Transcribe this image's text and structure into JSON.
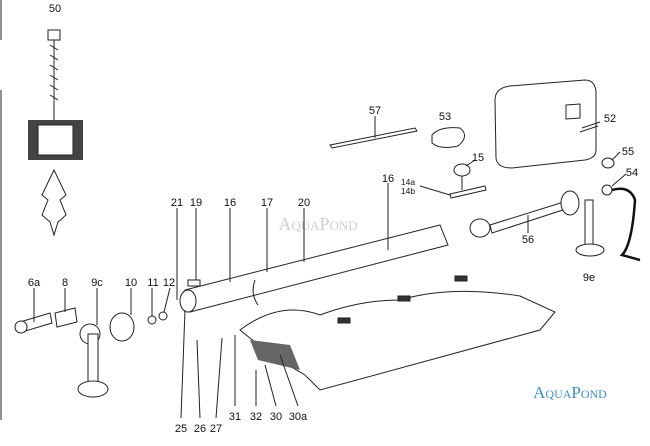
{
  "title": "Exploded parts diagram",
  "watermarks": [
    "AquaPond",
    "AquaPond"
  ],
  "colors": {
    "line": "#222222",
    "watermark_blue": "#3a8fd0",
    "watermark_gray": "#cfcfcf"
  },
  "parts": {
    "p50": "50",
    "p57": "57",
    "p53": "53",
    "p52": "52",
    "p15": "15",
    "p55": "55",
    "p54": "54",
    "p14a": "14a",
    "p14b": "14b",
    "p21": "21",
    "p19": "19",
    "p16a": "16",
    "p17": "17",
    "p20": "20",
    "p16b": "16",
    "p56": "56",
    "p9e": "9e",
    "p6a": "6a",
    "p8": "8",
    "p9c": "9c",
    "p10": "10",
    "p11": "11",
    "p12": "12",
    "p25": "25",
    "p26": "26",
    "p27": "27",
    "p31": "31",
    "p32": "32",
    "p30": "30",
    "p30a": "30a"
  }
}
